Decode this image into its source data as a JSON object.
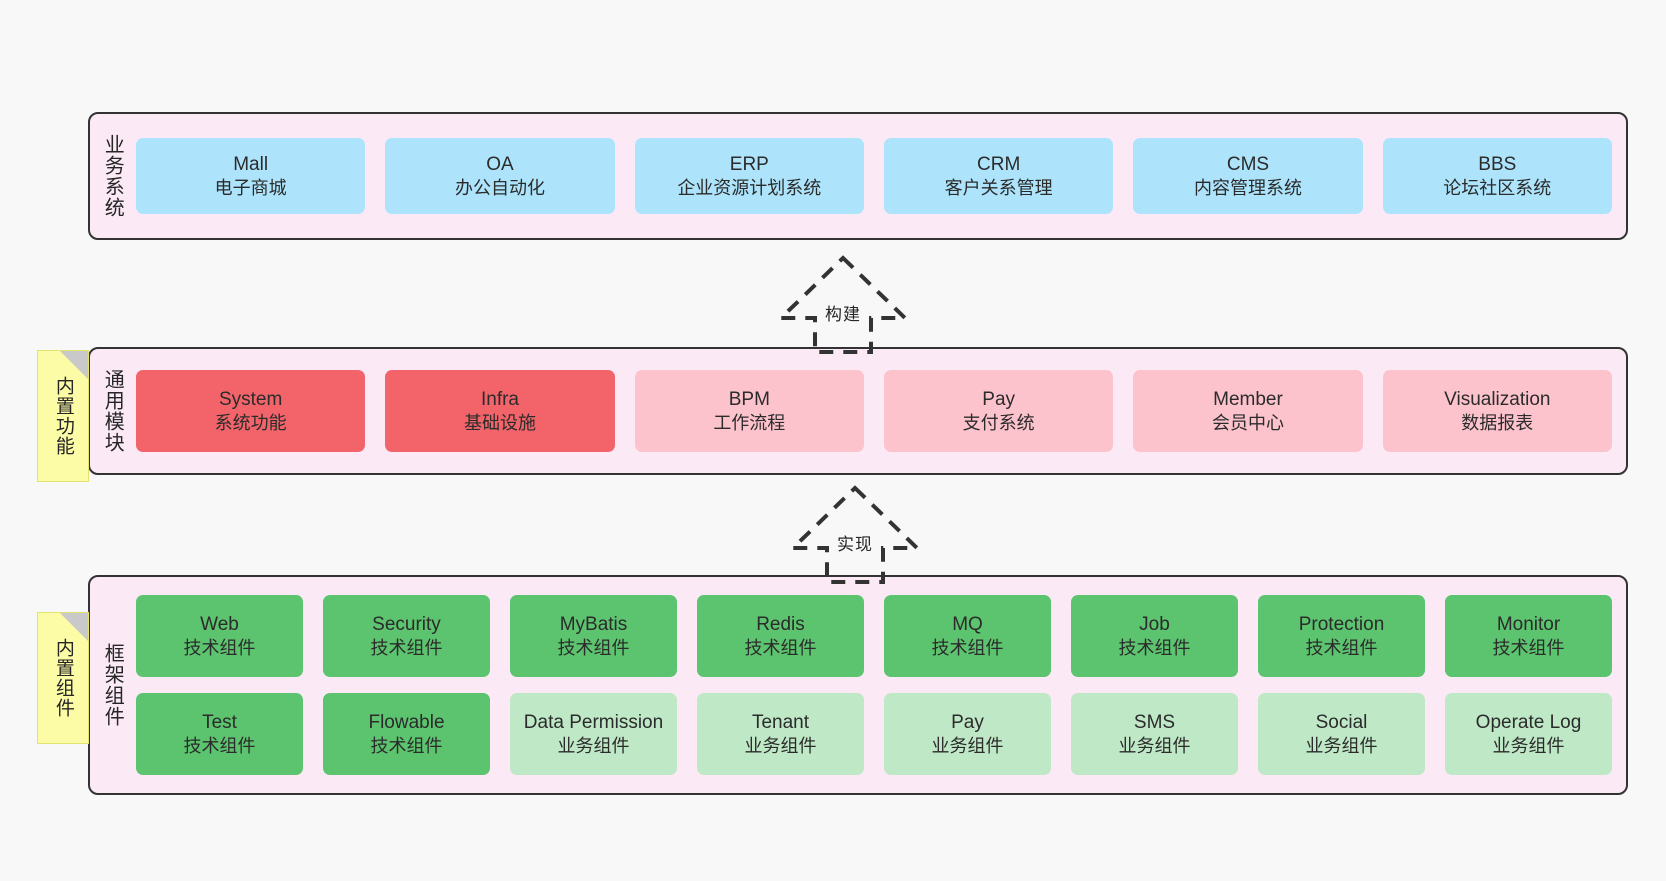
{
  "diagram": {
    "background_color": "#f8f8f8",
    "band_fill": "#fbeaf5",
    "band_border": "#333333"
  },
  "bands": [
    {
      "id": "business",
      "title": "业务系统",
      "color": "#ade4fb",
      "rows": [
        [
          {
            "en": "Mall",
            "cn": "电子商城",
            "style": "blue"
          },
          {
            "en": "OA",
            "cn": "办公自动化",
            "style": "blue"
          },
          {
            "en": "ERP",
            "cn": "企业资源计划系统",
            "style": "blue"
          },
          {
            "en": "CRM",
            "cn": "客户关系管理",
            "style": "blue"
          },
          {
            "en": "CMS",
            "cn": "内容管理系统",
            "style": "blue"
          },
          {
            "en": "BBS",
            "cn": "论坛社区系统",
            "style": "blue"
          }
        ]
      ]
    },
    {
      "id": "common",
      "title": "通用模块",
      "note": "内置功能",
      "colors": {
        "strong": "#f2646a",
        "light": "#fdc3cd"
      },
      "rows": [
        [
          {
            "en": "System",
            "cn": "系统功能",
            "style": "strong"
          },
          {
            "en": "Infra",
            "cn": "基础设施",
            "style": "strong"
          },
          {
            "en": "BPM",
            "cn": "工作流程",
            "style": "light"
          },
          {
            "en": "Pay",
            "cn": "支付系统",
            "style": "light"
          },
          {
            "en": "Member",
            "cn": "会员中心",
            "style": "light"
          },
          {
            "en": "Visualization",
            "cn": "数据报表",
            "style": "light"
          }
        ]
      ]
    },
    {
      "id": "framework",
      "title": "框架组件",
      "note": "内置组件",
      "colors": {
        "strong": "#5cc46f",
        "light": "#bfe8c6"
      },
      "rows": [
        [
          {
            "en": "Web",
            "cn": "技术组件",
            "style": "strong"
          },
          {
            "en": "Security",
            "cn": "技术组件",
            "style": "strong"
          },
          {
            "en": "MyBatis",
            "cn": "技术组件",
            "style": "strong"
          },
          {
            "en": "Redis",
            "cn": "技术组件",
            "style": "strong"
          },
          {
            "en": "MQ",
            "cn": "技术组件",
            "style": "strong"
          },
          {
            "en": "Job",
            "cn": "技术组件",
            "style": "strong"
          },
          {
            "en": "Protection",
            "cn": "技术组件",
            "style": "strong"
          },
          {
            "en": "Monitor",
            "cn": "技术组件",
            "style": "strong"
          }
        ],
        [
          {
            "en": "Test",
            "cn": "技术组件",
            "style": "strong"
          },
          {
            "en": "Flowable",
            "cn": "技术组件",
            "style": "strong"
          },
          {
            "en": "Data Permission",
            "cn": "业务组件",
            "style": "light"
          },
          {
            "en": "Tenant",
            "cn": "业务组件",
            "style": "light"
          },
          {
            "en": "Pay",
            "cn": "业务组件",
            "style": "light"
          },
          {
            "en": "SMS",
            "cn": "业务组件",
            "style": "light"
          },
          {
            "en": "Social",
            "cn": "业务组件",
            "style": "light"
          },
          {
            "en": "Operate Log",
            "cn": "业务组件",
            "style": "light"
          }
        ]
      ]
    }
  ],
  "arrows": [
    {
      "id": "build",
      "label": "构建",
      "direction": "up",
      "style": "dashed-outline"
    },
    {
      "id": "impl",
      "label": "实现",
      "direction": "up",
      "style": "dashed-outline"
    }
  ]
}
